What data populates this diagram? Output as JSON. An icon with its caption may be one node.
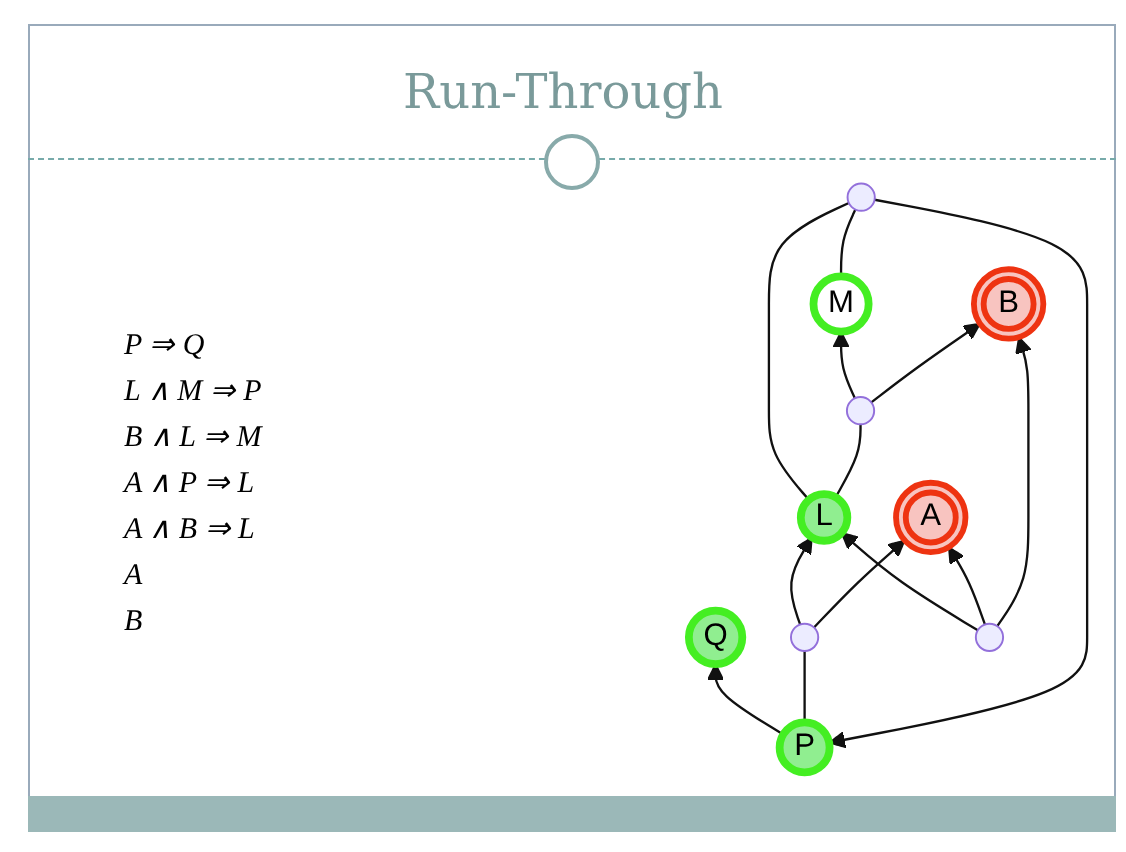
{
  "diagram": {
    "title": "Run-Through",
    "nodes": [
      {
        "text": [
          "Q"
        ]
      },
      {
        "text": [
          "P"
        ]
      },
      {
        "text": [],
        "shape": "circle"
      },
      {
        "text": [
          "M"
        ]
      },
      {
        "text": [],
        "shape": "circle"
      },
      {
        "text": [
          "L"
        ]
      },
      {
        "text": [],
        "shape": "circle"
      },
      {
        "text": [],
        "shape": "circle"
      },
      {
        "text": [
          "A"
        ]
      },
      {
        "text": [
          "B"
        ]
      }
    ],
    "edges": [
      {
        "from": 1,
        "to": 0,
        "arrow": "to"
      },
      {
        "from": 2,
        "to": 1,
        "arrow": "to"
      },
      {
        "from": 5,
        "to": 2,
        "arrow": "none"
      },
      {
        "from": 3,
        "to": 2,
        "arrow": "none"
      },
      {
        "from": 4,
        "to": 3,
        "arrow": "to"
      },
      {
        "from": 5,
        "to": 4,
        "arrow": "none"
      },
      {
        "from": 4,
        "to": 9,
        "arrow": "to"
      },
      {
        "from": 6,
        "to": 5,
        "arrow": "to"
      },
      {
        "from": 6,
        "to": 8,
        "arrow": "to"
      },
      {
        "from": 1,
        "to": 6,
        "arrow": "none"
      },
      {
        "from": 7,
        "to": 5,
        "arrow": "to"
      },
      {
        "from": 7,
        "to": 8,
        "arrow": "to"
      },
      {
        "from": 7,
        "to": 9,
        "arrow": "to"
      }
    ],
    "labels": [
      "P ⇒ Q",
      "L ∧ M ⇒ P",
      "B ∧ L ⇒ M",
      "A ∧ P ⇒ L",
      "A ∧ B ⇒ L",
      "A",
      "B"
    ]
  }
}
